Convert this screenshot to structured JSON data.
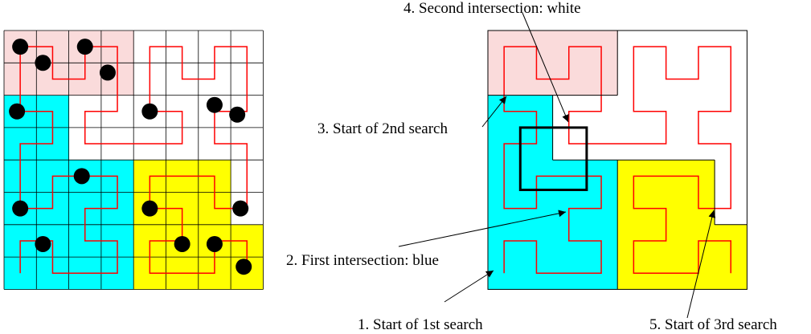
{
  "colors": {
    "pink": "#fadbdb",
    "cyan": "#00ffff",
    "yellow": "#ffff00",
    "white": "#ffffff",
    "curve": "#ff0000",
    "line": "#000000"
  },
  "left_panel": {
    "grid_size": 8,
    "regions": [
      {
        "color": "pink",
        "cells": [
          [
            0,
            0
          ],
          [
            1,
            0
          ],
          [
            2,
            0
          ],
          [
            3,
            0
          ],
          [
            0,
            1
          ],
          [
            1,
            1
          ],
          [
            2,
            1
          ],
          [
            3,
            1
          ]
        ]
      },
      {
        "color": "cyan",
        "cells": [
          [
            0,
            2
          ],
          [
            1,
            2
          ],
          [
            0,
            3
          ],
          [
            1,
            3
          ],
          [
            0,
            4
          ],
          [
            1,
            4
          ],
          [
            2,
            4
          ],
          [
            3,
            4
          ],
          [
            0,
            5
          ],
          [
            1,
            5
          ],
          [
            2,
            5
          ],
          [
            3,
            5
          ],
          [
            0,
            6
          ],
          [
            1,
            6
          ],
          [
            2,
            6
          ],
          [
            3,
            6
          ],
          [
            0,
            7
          ],
          [
            1,
            7
          ],
          [
            2,
            7
          ],
          [
            3,
            7
          ]
        ]
      },
      {
        "color": "yellow",
        "cells": [
          [
            4,
            4
          ],
          [
            5,
            4
          ],
          [
            6,
            4
          ],
          [
            4,
            5
          ],
          [
            5,
            5
          ],
          [
            6,
            5
          ],
          [
            4,
            6
          ],
          [
            5,
            6
          ],
          [
            6,
            6
          ],
          [
            7,
            6
          ],
          [
            4,
            7
          ],
          [
            5,
            7
          ],
          [
            6,
            7
          ],
          [
            7,
            7
          ]
        ]
      }
    ],
    "points": [
      [
        0.5,
        0.5
      ],
      [
        2.5,
        0.5
      ],
      [
        1.2,
        1.0
      ],
      [
        3.2,
        1.3
      ],
      [
        0.4,
        2.5
      ],
      [
        4.5,
        2.5
      ],
      [
        6.5,
        2.3
      ],
      [
        7.2,
        2.6
      ],
      [
        2.4,
        4.5
      ],
      [
        0.5,
        5.5
      ],
      [
        4.5,
        5.5
      ],
      [
        7.3,
        5.5
      ],
      [
        1.2,
        6.6
      ],
      [
        5.5,
        6.6
      ],
      [
        6.5,
        6.6
      ],
      [
        7.4,
        7.3
      ]
    ]
  },
  "right_panel": {
    "grid_size": 8,
    "regions": [
      {
        "color": "pink",
        "cells": [
          [
            0,
            0
          ],
          [
            1,
            0
          ],
          [
            2,
            0
          ],
          [
            3,
            0
          ],
          [
            0,
            1
          ],
          [
            1,
            1
          ],
          [
            2,
            1
          ],
          [
            3,
            1
          ]
        ]
      },
      {
        "color": "cyan",
        "cells": [
          [
            0,
            2
          ],
          [
            1,
            2
          ],
          [
            0,
            3
          ],
          [
            1,
            3
          ],
          [
            0,
            4
          ],
          [
            1,
            4
          ],
          [
            2,
            4
          ],
          [
            3,
            4
          ],
          [
            0,
            5
          ],
          [
            1,
            5
          ],
          [
            2,
            5
          ],
          [
            3,
            5
          ],
          [
            0,
            6
          ],
          [
            1,
            6
          ],
          [
            2,
            6
          ],
          [
            3,
            6
          ],
          [
            0,
            7
          ],
          [
            1,
            7
          ],
          [
            2,
            7
          ],
          [
            3,
            7
          ]
        ]
      },
      {
        "color": "yellow",
        "cells": [
          [
            4,
            4
          ],
          [
            5,
            4
          ],
          [
            6,
            4
          ],
          [
            4,
            5
          ],
          [
            5,
            5
          ],
          [
            6,
            5
          ],
          [
            4,
            6
          ],
          [
            5,
            6
          ],
          [
            6,
            6
          ],
          [
            7,
            6
          ],
          [
            4,
            7
          ],
          [
            5,
            7
          ],
          [
            6,
            7
          ],
          [
            7,
            7
          ]
        ]
      }
    ],
    "search_box": [
      1,
      3,
      3,
      5
    ]
  },
  "annotations": [
    {
      "id": "second-intersection",
      "text": "4. Second intersection: white"
    },
    {
      "id": "start-2nd-search",
      "text": "3. Start of 2nd search"
    },
    {
      "id": "first-intersection",
      "text": "2. First intersection: blue"
    },
    {
      "id": "start-1st-search",
      "text": "1. Start of 1st search"
    },
    {
      "id": "start-3rd-search",
      "text": "5. Start of 3rd search"
    }
  ]
}
